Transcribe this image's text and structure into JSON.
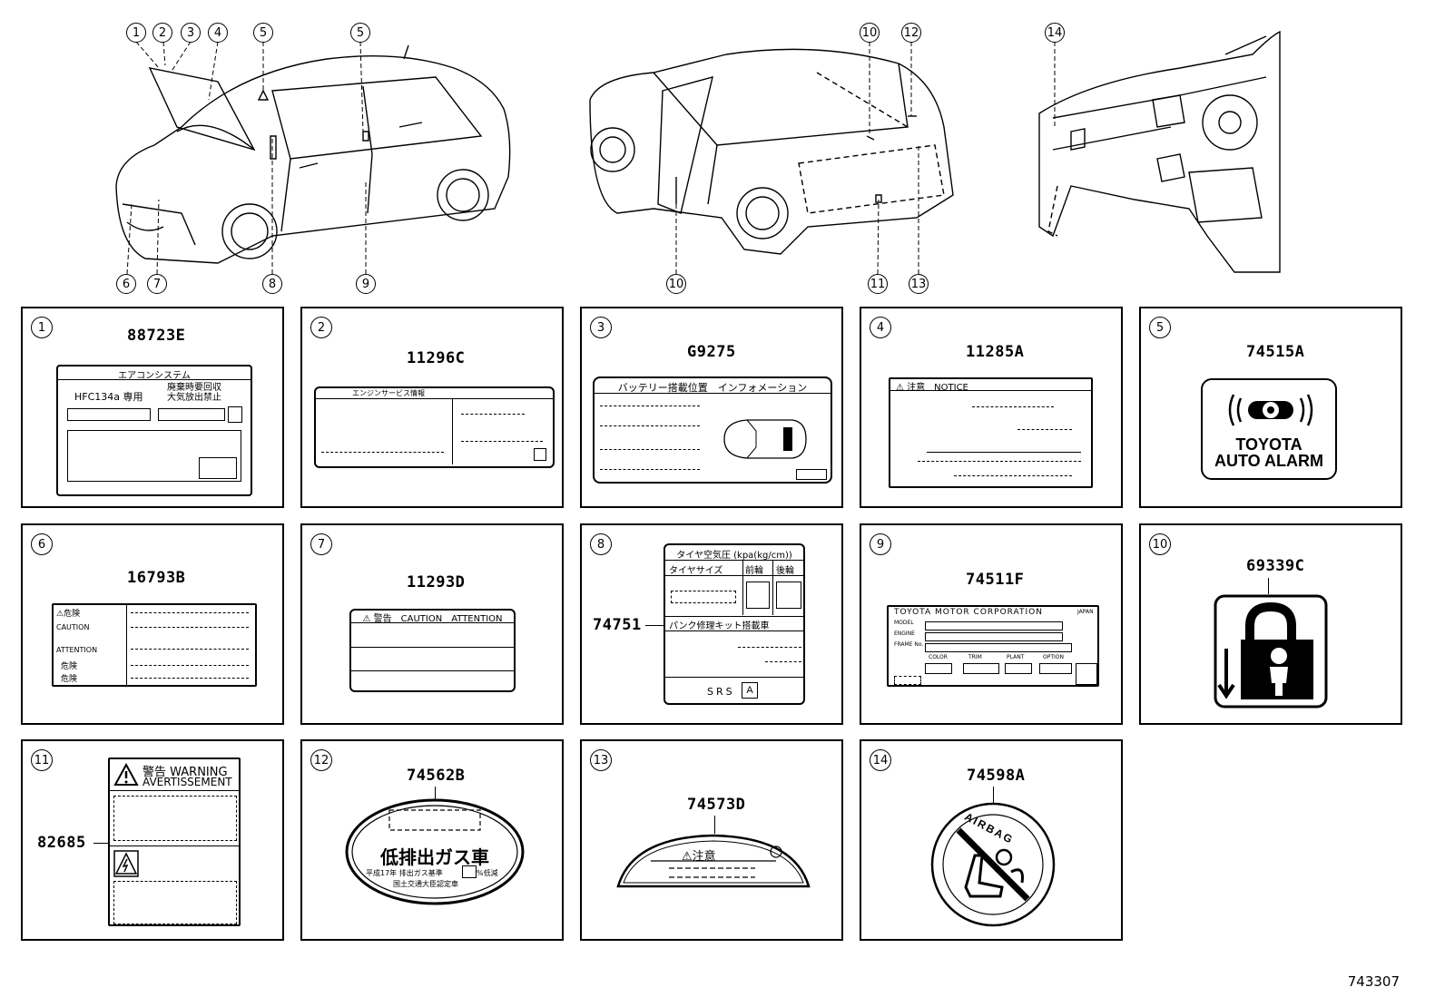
{
  "figure_id": "743307",
  "callouts_top": [
    "1",
    "2",
    "3",
    "4",
    "5",
    "5",
    "6",
    "7",
    "8",
    "9",
    "10",
    "12",
    "10",
    "11",
    "13",
    "14"
  ],
  "panels": [
    {
      "num": "1",
      "part": "88723E",
      "lines": [
        "エアコンシステム",
        "HFC134a 専用",
        "廃棄時要回収",
        "大気放出禁止"
      ]
    },
    {
      "num": "2",
      "part": "11296C",
      "lines": [
        "エンジンサービス情報"
      ]
    },
    {
      "num": "3",
      "part": "G9275",
      "lines": [
        "バッテリー搭載位置　インフォメーション"
      ]
    },
    {
      "num": "4",
      "part": "11285A",
      "lines": [
        "注意　NOTICE"
      ]
    },
    {
      "num": "5",
      "part": "74515A",
      "lines": [
        "TOYOTA",
        "AUTO ALARM"
      ]
    },
    {
      "num": "6",
      "part": "16793B",
      "lines": [
        "危険",
        "CAUTION",
        "ATTENTION",
        "危険",
        "危険"
      ]
    },
    {
      "num": "7",
      "part": "11293D",
      "lines": [
        "警告　CAUTION　ATTENTION"
      ]
    },
    {
      "num": "8",
      "part": "74751",
      "lines": [
        "タイヤ空気圧 (kpa(kg/cm))",
        "タイヤサイズ",
        "前輪",
        "後輪",
        "パンク修理キット搭載車",
        "SRS",
        "A"
      ]
    },
    {
      "num": "9",
      "part": "74511F",
      "lines": [
        "TOYOTA MOTOR CORPORATION",
        "JAPAN",
        "MODEL",
        "ENGINE",
        "FRAME No.",
        "COLOR",
        "TRIM",
        "PLANT",
        "OPTION"
      ]
    },
    {
      "num": "10",
      "part": "69339C",
      "lines": []
    },
    {
      "num": "11",
      "part": "82685",
      "lines": [
        "警告 WARNING",
        "AVERTISSEMENT"
      ]
    },
    {
      "num": "12",
      "part": "74562B",
      "lines": [
        "低排出ガス車",
        "平成17年 排出ガス基準",
        "%低減",
        "国土交通大臣認定車"
      ]
    },
    {
      "num": "13",
      "part": "74573D",
      "lines": [
        "注意"
      ]
    },
    {
      "num": "14",
      "part": "74598A",
      "lines": [
        "AIRBAG"
      ]
    }
  ]
}
